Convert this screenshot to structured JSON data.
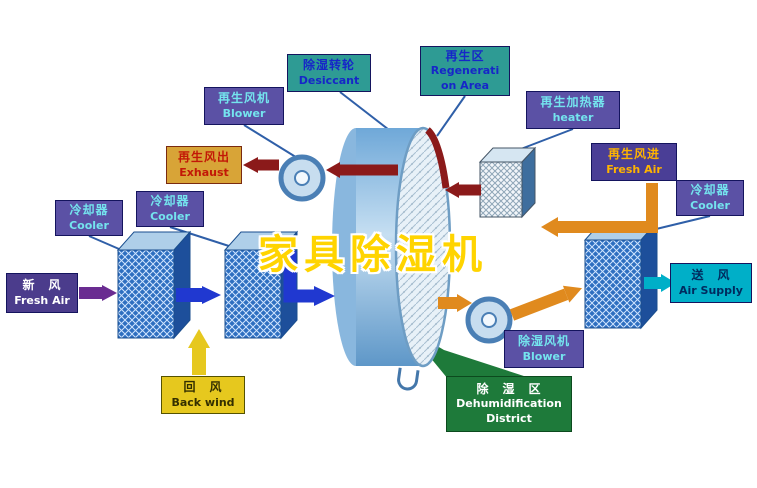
{
  "title": {
    "text": "家具除湿机"
  },
  "labels": {
    "desiccant": {
      "zh": "除湿转轮",
      "en": "Desiccant"
    },
    "regen_area": {
      "zh": "再生区",
      "en1": "Regenerati",
      "en2": "on Area"
    },
    "regen_blower": {
      "zh": "再生风机",
      "en": "Blower"
    },
    "regen_heater": {
      "zh": "再生加热器",
      "en": "heater"
    },
    "exhaust": {
      "zh": "再生风出",
      "en": "Exhaust"
    },
    "regen_fresh_air": {
      "zh": "再生风进",
      "en": "Fresh Air"
    },
    "cooler_left": {
      "zh": "冷却器",
      "en": "Cooler"
    },
    "cooler_mid": {
      "zh": "冷却器",
      "en": "Cooler"
    },
    "cooler_right": {
      "zh": "冷却器",
      "en": "Cooler"
    },
    "fresh_air": {
      "zh": "新　风",
      "en": "Fresh Air"
    },
    "air_supply": {
      "zh": "送　风",
      "en": "Air Supply"
    },
    "back_wind": {
      "zh": "回　风",
      "en": "Back wind"
    },
    "dehum_blower": {
      "zh": "除湿风机",
      "en": "Blower"
    },
    "dehum_district": {
      "zh": "除　湿　区",
      "en1": "Dehumidification",
      "en2": "District"
    }
  },
  "colors": {
    "teal": "#2E9B94",
    "teal-text": "#1626C8",
    "purple": "#5B51A5",
    "lt-teal": "#74E4EE",
    "tan": "#D8A437",
    "red-text": "#C21807",
    "deep-purple": "#4B3C8C",
    "deep-purple2": "#4A3E96",
    "amber": "#FFB400",
    "cyan": "#00AFC8",
    "yellow": "#E6C81E",
    "green": "#1E7A3A",
    "maroon": "#8B1A1A",
    "orange": "#E08A1E",
    "blue": "#2038D0",
    "purple-arrow": "#6A2C91",
    "gold": "#FFD400"
  }
}
